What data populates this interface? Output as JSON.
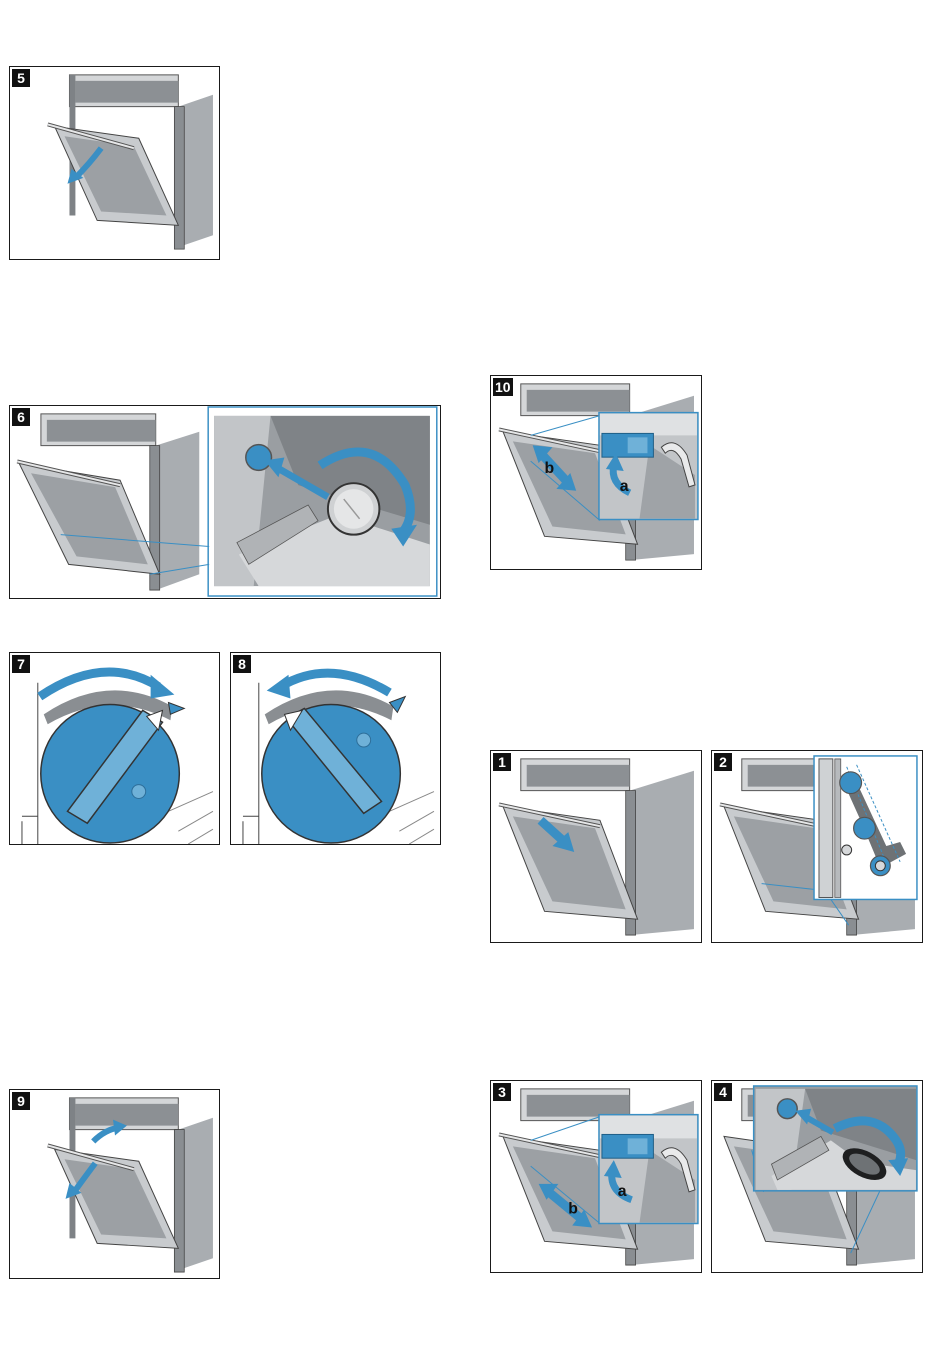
{
  "left_column": {
    "step5": {
      "label": "5"
    },
    "step6": {
      "label": "6"
    },
    "step7": {
      "label": "7"
    },
    "step8": {
      "label": "8"
    },
    "step9": {
      "label": "9"
    }
  },
  "right_column": {
    "step10": {
      "label": "10",
      "arrow_a": "a",
      "arrow_b": "b"
    },
    "step1": {
      "label": "1"
    },
    "step2": {
      "label": "2"
    },
    "step3": {
      "label": "3",
      "arrow_a": "a",
      "arrow_b": "b"
    },
    "step4": {
      "label": "4"
    }
  },
  "colors": {
    "accent_blue": "#3a8fc4",
    "steel": "#b9bcc0",
    "dark_steel": "#6e7275",
    "frame": "#1a1a1a"
  }
}
